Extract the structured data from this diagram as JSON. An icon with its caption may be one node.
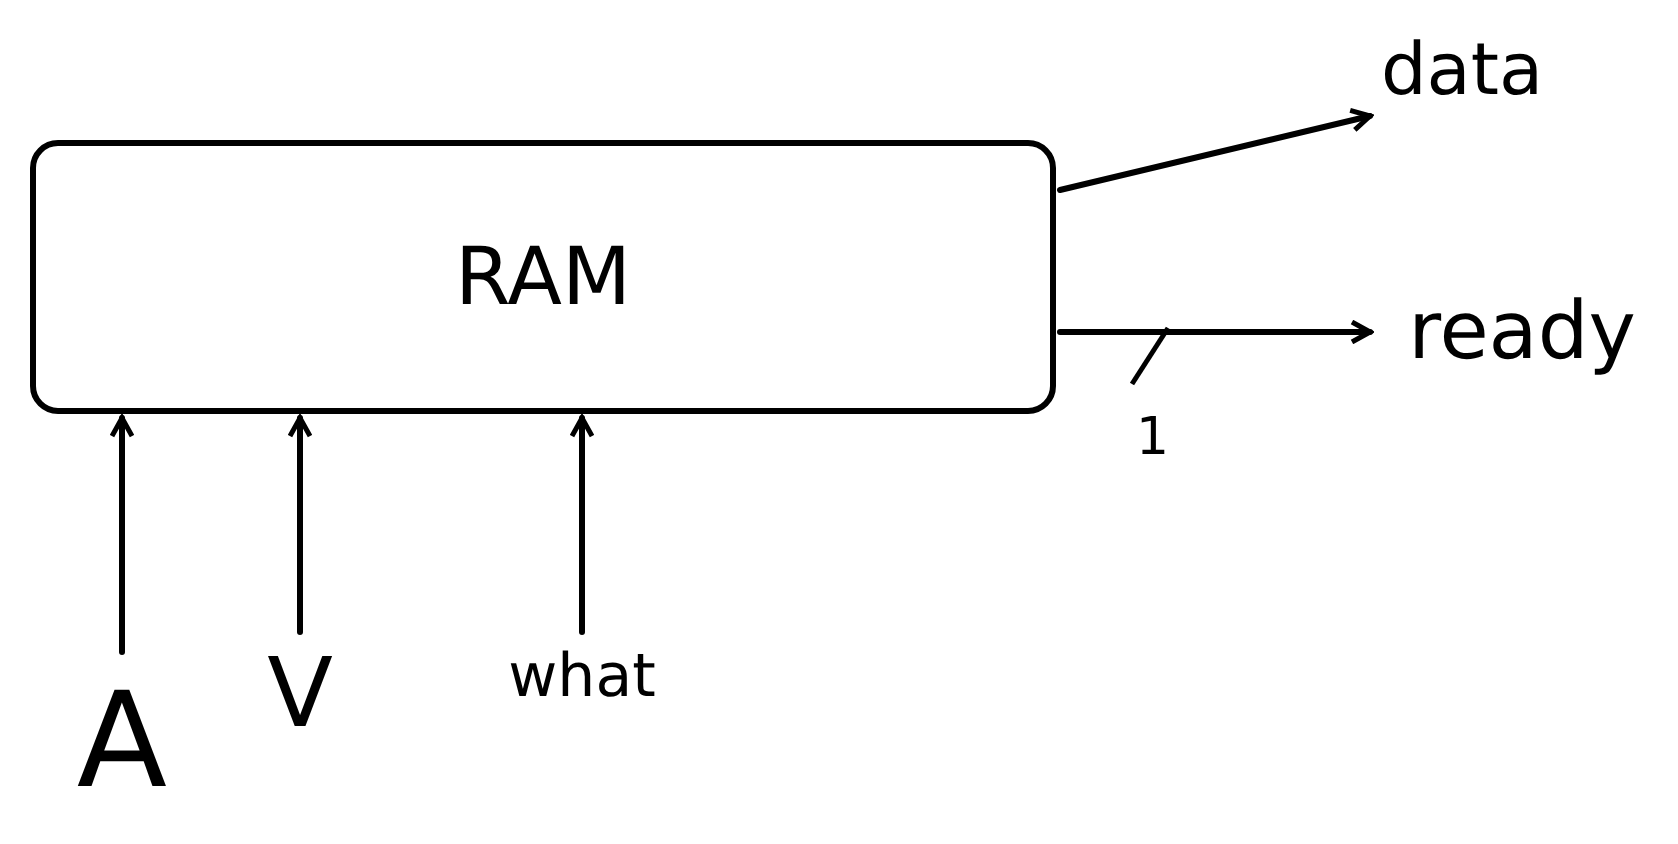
{
  "diagram": {
    "nodes": [
      {
        "text": [
          "RAM"
        ]
      },
      {
        "text": [
          "data"
        ]
      },
      {
        "text": [
          "ready"
        ]
      },
      {
        "text": [
          "A"
        ]
      },
      {
        "text": [
          "V"
        ]
      },
      {
        "text": [
          "what"
        ]
      }
    ],
    "edges": [
      {
        "from": 0,
        "to": 1,
        "arrow": "to"
      },
      {
        "from": 0,
        "to": 2,
        "arrow": "to"
      },
      {
        "from": 3,
        "to": 0,
        "arrow": "to"
      },
      {
        "from": 4,
        "to": 0,
        "arrow": "to"
      },
      {
        "from": 5,
        "to": 0,
        "arrow": "to"
      }
    ],
    "labels": [
      "1"
    ]
  }
}
